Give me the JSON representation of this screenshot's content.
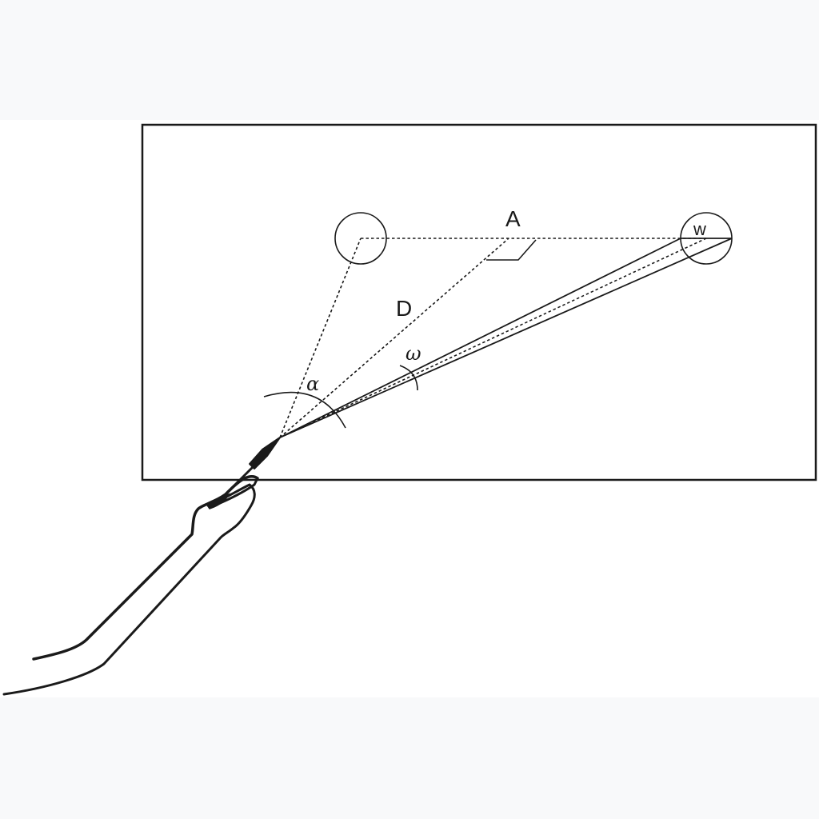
{
  "labels": {
    "A": "A",
    "D": "D",
    "w": "w",
    "alpha": "α",
    "omega": "ω"
  },
  "colors": {
    "line": "#1a1a1a",
    "page_background": "#f8f9fa",
    "canvas_background": "#ffffff"
  }
}
